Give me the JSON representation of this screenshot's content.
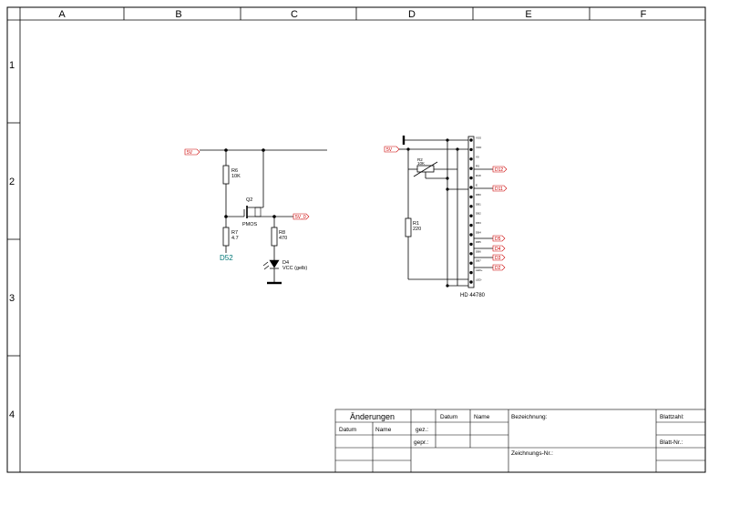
{
  "frame": {
    "columns": [
      "A",
      "B",
      "C",
      "D",
      "E",
      "F"
    ],
    "rows": [
      "1",
      "2",
      "3",
      "4"
    ]
  },
  "left_circuit": {
    "net_left": "5V",
    "r6": {
      "ref": "R6",
      "value": "10K"
    },
    "q2": {
      "ref": "Q2",
      "type": "PMOS"
    },
    "out_net": "5V_0",
    "r7": {
      "ref": "R7",
      "value": "4.7"
    },
    "r8": {
      "ref": "R8",
      "value": "470"
    },
    "d4": {
      "ref": "D4",
      "value": "VCC (gelb)"
    },
    "port": "D52"
  },
  "right_circuit": {
    "net_left": "5V",
    "pot": {
      "ref": "R2",
      "value": "10K"
    },
    "r1": {
      "ref": "R1",
      "value": "220"
    },
    "ic": {
      "name": "HD 44780",
      "pins": [
        "VSS",
        "VDD",
        "V0",
        "RS",
        "R/W",
        "E",
        "DB0",
        "DB1",
        "DB2",
        "DB3",
        "DB4",
        "DB5",
        "DB6",
        "DB7",
        "LED+",
        "LED-"
      ]
    },
    "signals": [
      "D12",
      "D11",
      "D5",
      "D4",
      "D3",
      "D2"
    ]
  },
  "title_block": {
    "changes": "Änderungen",
    "date": "Datum",
    "name": "Name",
    "drawn": "gez.:",
    "checked": "gepr.:",
    "designation": "Bezeichnung:",
    "drawing_no": "Zeichnungs-Nr.:",
    "sheet_count": "Blattzahl:",
    "sheet_no": "Blatt-Nr.:"
  }
}
